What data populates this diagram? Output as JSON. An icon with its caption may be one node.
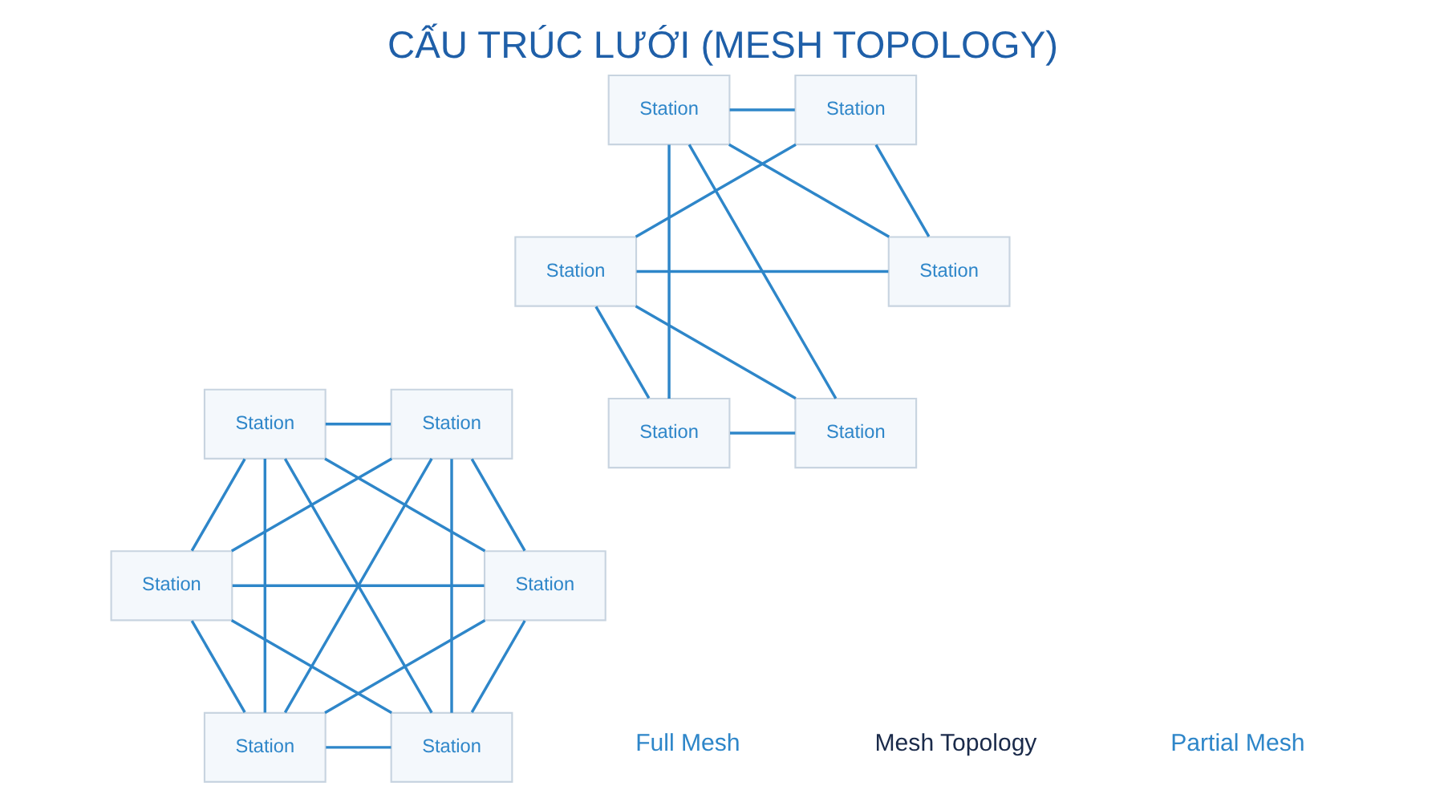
{
  "diagram": {
    "title": "CẤU TRÚC LƯỚI (MESH TOPOLOGY)",
    "nodes": [
      {
        "text": [
          "Station"
        ]
      },
      {
        "text": [
          "Station"
        ]
      },
      {
        "text": [
          "Station"
        ]
      },
      {
        "text": [
          "Station"
        ]
      },
      {
        "text": [
          "Station"
        ]
      },
      {
        "text": [
          "Station"
        ]
      },
      {
        "text": [
          "Station"
        ]
      },
      {
        "text": [
          "Station"
        ]
      },
      {
        "text": [
          "Station"
        ]
      },
      {
        "text": [
          "Station"
        ]
      },
      {
        "text": [
          "Station"
        ]
      },
      {
        "text": [
          "Station"
        ]
      }
    ],
    "edges": [
      {
        "from": 0,
        "to": 1,
        "arrow": "none"
      },
      {
        "from": 0,
        "to": 2,
        "arrow": "none"
      },
      {
        "from": 0,
        "to": 3,
        "arrow": "none"
      },
      {
        "from": 0,
        "to": 4,
        "arrow": "none"
      },
      {
        "from": 0,
        "to": 5,
        "arrow": "none"
      },
      {
        "from": 1,
        "to": 2,
        "arrow": "none"
      },
      {
        "from": 1,
        "to": 3,
        "arrow": "none"
      },
      {
        "from": 1,
        "to": 4,
        "arrow": "none"
      },
      {
        "from": 1,
        "to": 5,
        "arrow": "none"
      },
      {
        "from": 2,
        "to": 3,
        "arrow": "none"
      },
      {
        "from": 2,
        "to": 4,
        "arrow": "none"
      },
      {
        "from": 2,
        "to": 5,
        "arrow": "none"
      },
      {
        "from": 3,
        "to": 4,
        "arrow": "none"
      },
      {
        "from": 3,
        "to": 5,
        "arrow": "none"
      },
      {
        "from": 4,
        "to": 5,
        "arrow": "none"
      },
      {
        "from": 6,
        "to": 7,
        "arrow": "none"
      },
      {
        "from": 6,
        "to": 8,
        "arrow": "none"
      },
      {
        "from": 6,
        "to": 10,
        "arrow": "none"
      },
      {
        "from": 7,
        "to": 8,
        "arrow": "none"
      },
      {
        "from": 7,
        "to": 9,
        "arrow": "none"
      },
      {
        "from": 7,
        "to": 11,
        "arrow": "none"
      },
      {
        "from": 8,
        "to": 10,
        "arrow": "none"
      },
      {
        "from": 9,
        "to": 10,
        "arrow": "none"
      },
      {
        "from": 9,
        "to": 11,
        "arrow": "none"
      },
      {
        "from": 10,
        "to": 11,
        "arrow": "none"
      }
    ],
    "labels": [
      "Full Mesh",
      "Mesh Topology",
      "Partial Mesh"
    ]
  }
}
